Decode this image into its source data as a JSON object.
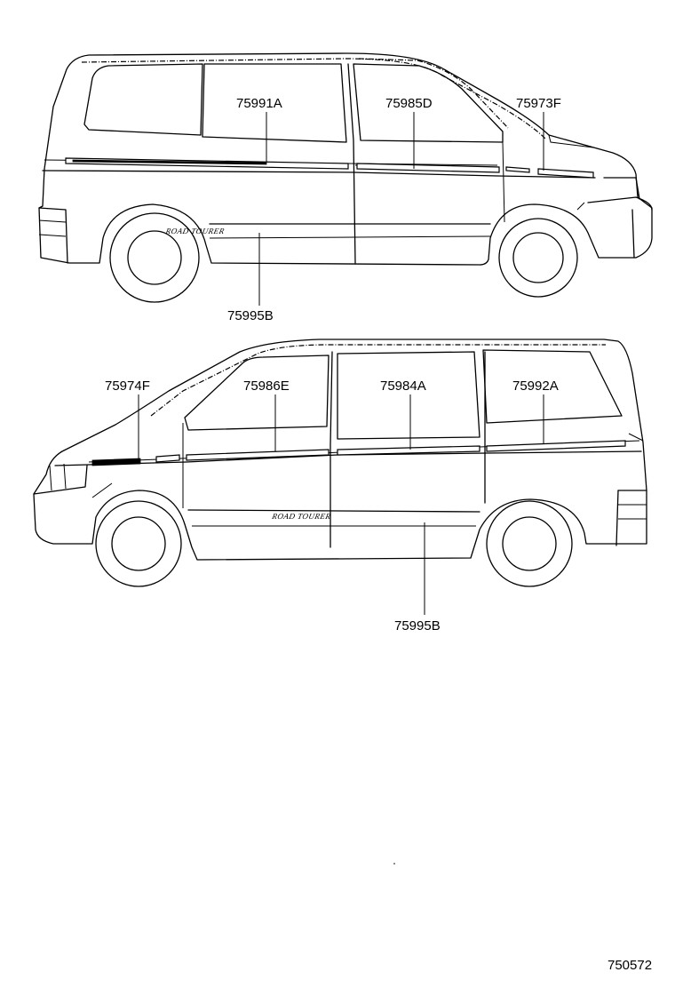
{
  "diagram": {
    "upper_view": {
      "labels": {
        "p1": "75991A",
        "p2": "75985D",
        "p3": "75973F",
        "p4": "75995B"
      },
      "badge": "ROAD TOURER"
    },
    "lower_view": {
      "labels": {
        "p1": "75974F",
        "p2": "75986E",
        "p3": "75984A",
        "p4": "75992A",
        "p5": "75995B"
      },
      "badge": "ROAD TOURER"
    },
    "reference_code": "750572"
  }
}
